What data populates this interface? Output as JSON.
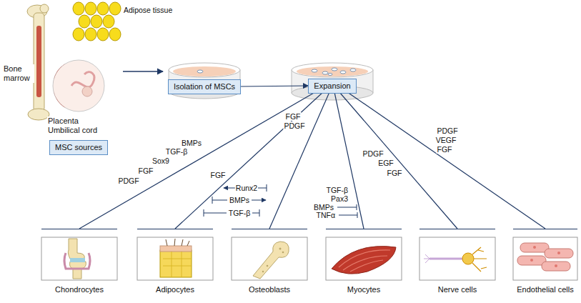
{
  "diagram": {
    "nodes": [
      {
        "text": [
          "Isolation of MSCs"
        ]
      },
      {
        "text": [
          "Expansion"
        ]
      },
      {
        "text": [
          "MSC sources"
        ]
      },
      {
        "text": [
          "Chondrocytes"
        ]
      },
      {
        "text": [
          "Adipocytes"
        ]
      },
      {
        "text": [
          "Osteoblasts"
        ]
      },
      {
        "text": [
          "Myocytes"
        ]
      },
      {
        "text": [
          "Nerve cells"
        ]
      },
      {
        "text": [
          "Endothelial cells"
        ]
      }
    ],
    "edges": [
      {
        "from": 0,
        "to": 1,
        "arrow": "to"
      },
      {
        "from": 1,
        "to": 3,
        "arrow": "none"
      },
      {
        "from": 1,
        "to": 4,
        "arrow": "none"
      },
      {
        "from": 1,
        "to": 5,
        "arrow": "none"
      },
      {
        "from": 1,
        "to": 6,
        "arrow": "none"
      },
      {
        "from": 1,
        "to": 7,
        "arrow": "none"
      },
      {
        "from": 1,
        "to": 8,
        "arrow": "none"
      }
    ],
    "labels": [
      "Bone marrow",
      "Adipose tissue",
      "Placenta Umbilical cord",
      "BMPs",
      "TGF-β",
      "Sox9",
      "FGF",
      "PDGF",
      "FGF",
      "FGF",
      "PDGF",
      "Runx2",
      "BMPs",
      "TGF-β",
      "TGF-β",
      "Pax3",
      "BMPs",
      "TNFα",
      "PDGF",
      "EGF",
      "FGF",
      "PDGF",
      "VEGF",
      "FGF"
    ]
  }
}
